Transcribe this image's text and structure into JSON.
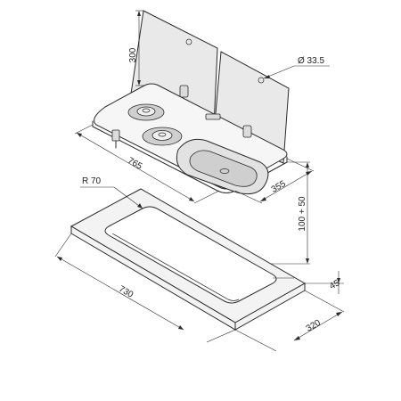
{
  "figure": "hob and sink combination unit with two glass lids, and its worktop cut-out template",
  "dimensions": {
    "lid_height": "300",
    "hole_diameter": "Ø 33.5",
    "unit_length": "765",
    "unit_depth": "355",
    "installation_depth": "100 + 50",
    "corner_radius": "R 70",
    "cutout_length": "730",
    "cutout_depth": "320",
    "edge_offset": "45"
  },
  "colors": {
    "line": "#2b2b2b",
    "glass": "#e9e9e9",
    "basin": "#e2e2e2",
    "background": "#ffffff"
  }
}
